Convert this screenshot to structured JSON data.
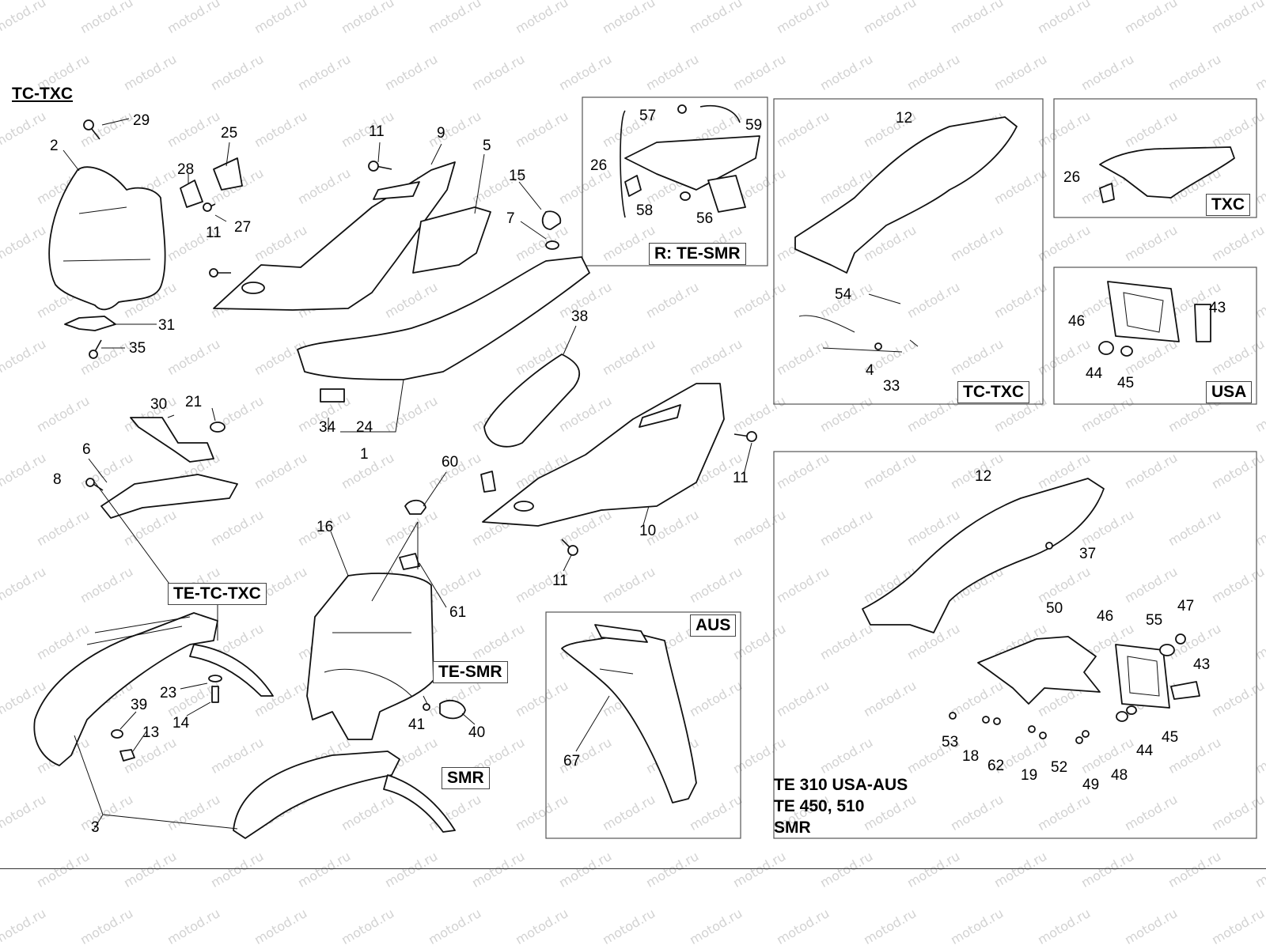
{
  "watermark": "motod.ru",
  "group_labels": {
    "tc_txc_top": "TC-TXC",
    "r_te_smr": "R: TE-SMR",
    "tc_txc_box": "TC-TXC",
    "txc": "TXC",
    "usa": "USA",
    "te_tc_txc": "TE-TC-TXC",
    "te_smr": "TE-SMR",
    "smr": "SMR",
    "aus": "AUS"
  },
  "model_lines": [
    "TE 310 USA-AUS",
    "TE 450, 510",
    "SMR"
  ],
  "part_numbers": {
    "n1": "1",
    "n2": "2",
    "n3": "3",
    "n4": "4",
    "n5": "5",
    "n6": "6",
    "n7": "7",
    "n8": "8",
    "n9": "9",
    "n10": "10",
    "n11a": "11",
    "n11b": "11",
    "n11c": "11",
    "n11d": "11",
    "n12a": "12",
    "n12b": "12",
    "n13": "13",
    "n14": "14",
    "n15": "15",
    "n16": "16",
    "n18": "18",
    "n19": "19",
    "n21": "21",
    "n23": "23",
    "n24": "24",
    "n25": "25",
    "n26a": "26",
    "n26b": "26",
    "n27": "27",
    "n28": "28",
    "n29": "29",
    "n30": "30",
    "n31": "31",
    "n33": "33",
    "n34": "34",
    "n35": "35",
    "n37": "37",
    "n38": "38",
    "n39": "39",
    "n40": "40",
    "n41": "41",
    "n43a": "43",
    "n43b": "43",
    "n44a": "44",
    "n44b": "44",
    "n45a": "45",
    "n45b": "45",
    "n46a": "46",
    "n46b": "46",
    "n47": "47",
    "n48": "48",
    "n49": "49",
    "n50": "50",
    "n52": "52",
    "n53": "53",
    "n54": "54",
    "n55": "55",
    "n56": "56",
    "n57": "57",
    "n58": "58",
    "n59": "59",
    "n60": "60",
    "n61": "61",
    "n62": "62",
    "n67": "67"
  }
}
